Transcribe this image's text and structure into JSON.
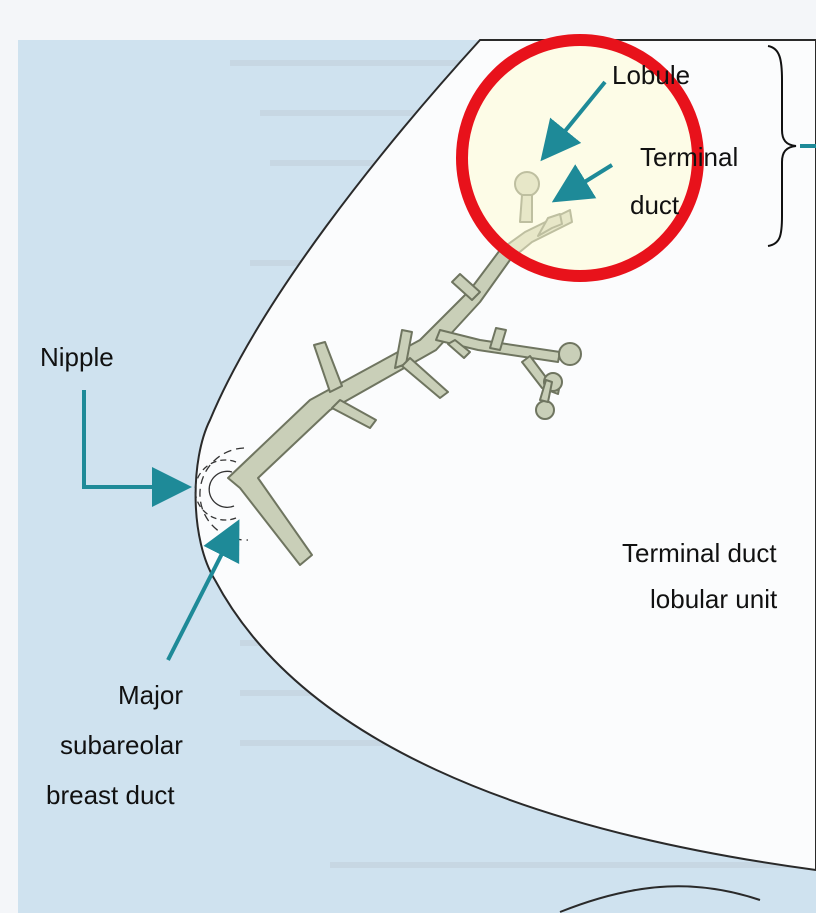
{
  "labels": {
    "nipple": "Nipple",
    "lobule": "Lobule",
    "terminal_duct_line1": "Terminal",
    "terminal_duct_line2": "duct",
    "tdlu_line1": "Terminal duct",
    "tdlu_line2": "lobular unit",
    "major_duct_line1": "Major",
    "major_duct_line2": "subareolar",
    "major_duct_line3": "breast duct"
  },
  "colors": {
    "panel_blue": "#cfe2ef",
    "breast_fill": "#fbfcfd",
    "duct_fill": "#c9cfb8",
    "duct_stroke": "#6f7560",
    "arrow_teal": "#1e8a98",
    "highlight_red": "#e8121b",
    "lobule_area": "#eef2d2"
  },
  "icons": {
    "highlight": "red-circle-highlight",
    "pointer": "teal-arrow-icon",
    "bracket": "curly-brace-icon"
  }
}
